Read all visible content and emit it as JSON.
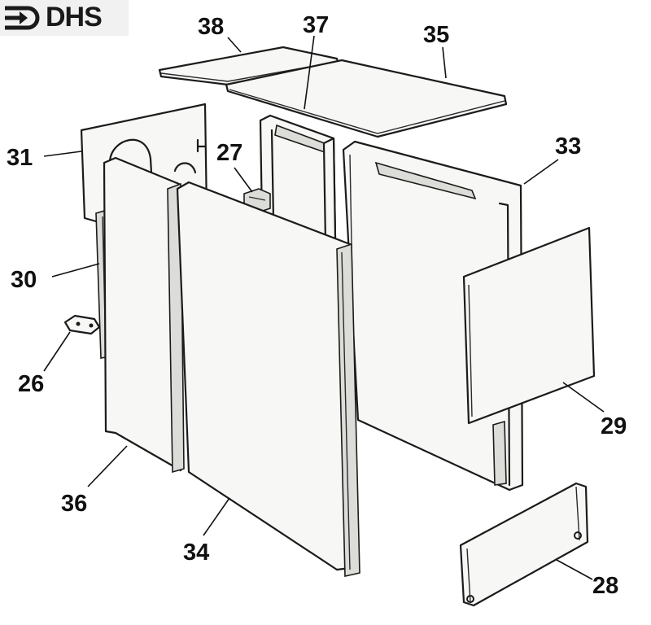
{
  "logo": {
    "text": "DHS",
    "icon": "dhs-arrow-logo-icon"
  },
  "parts": [
    {
      "id": "p38",
      "number": "38"
    },
    {
      "id": "p37",
      "number": "37"
    },
    {
      "id": "p35",
      "number": "35"
    },
    {
      "id": "p31",
      "number": "31"
    },
    {
      "id": "p27",
      "number": "27"
    },
    {
      "id": "p33",
      "number": "33"
    },
    {
      "id": "p30",
      "number": "30"
    },
    {
      "id": "p26",
      "number": "26"
    },
    {
      "id": "p29",
      "number": "29"
    },
    {
      "id": "p36",
      "number": "36"
    },
    {
      "id": "p34",
      "number": "34"
    },
    {
      "id": "p28",
      "number": "28"
    }
  ]
}
